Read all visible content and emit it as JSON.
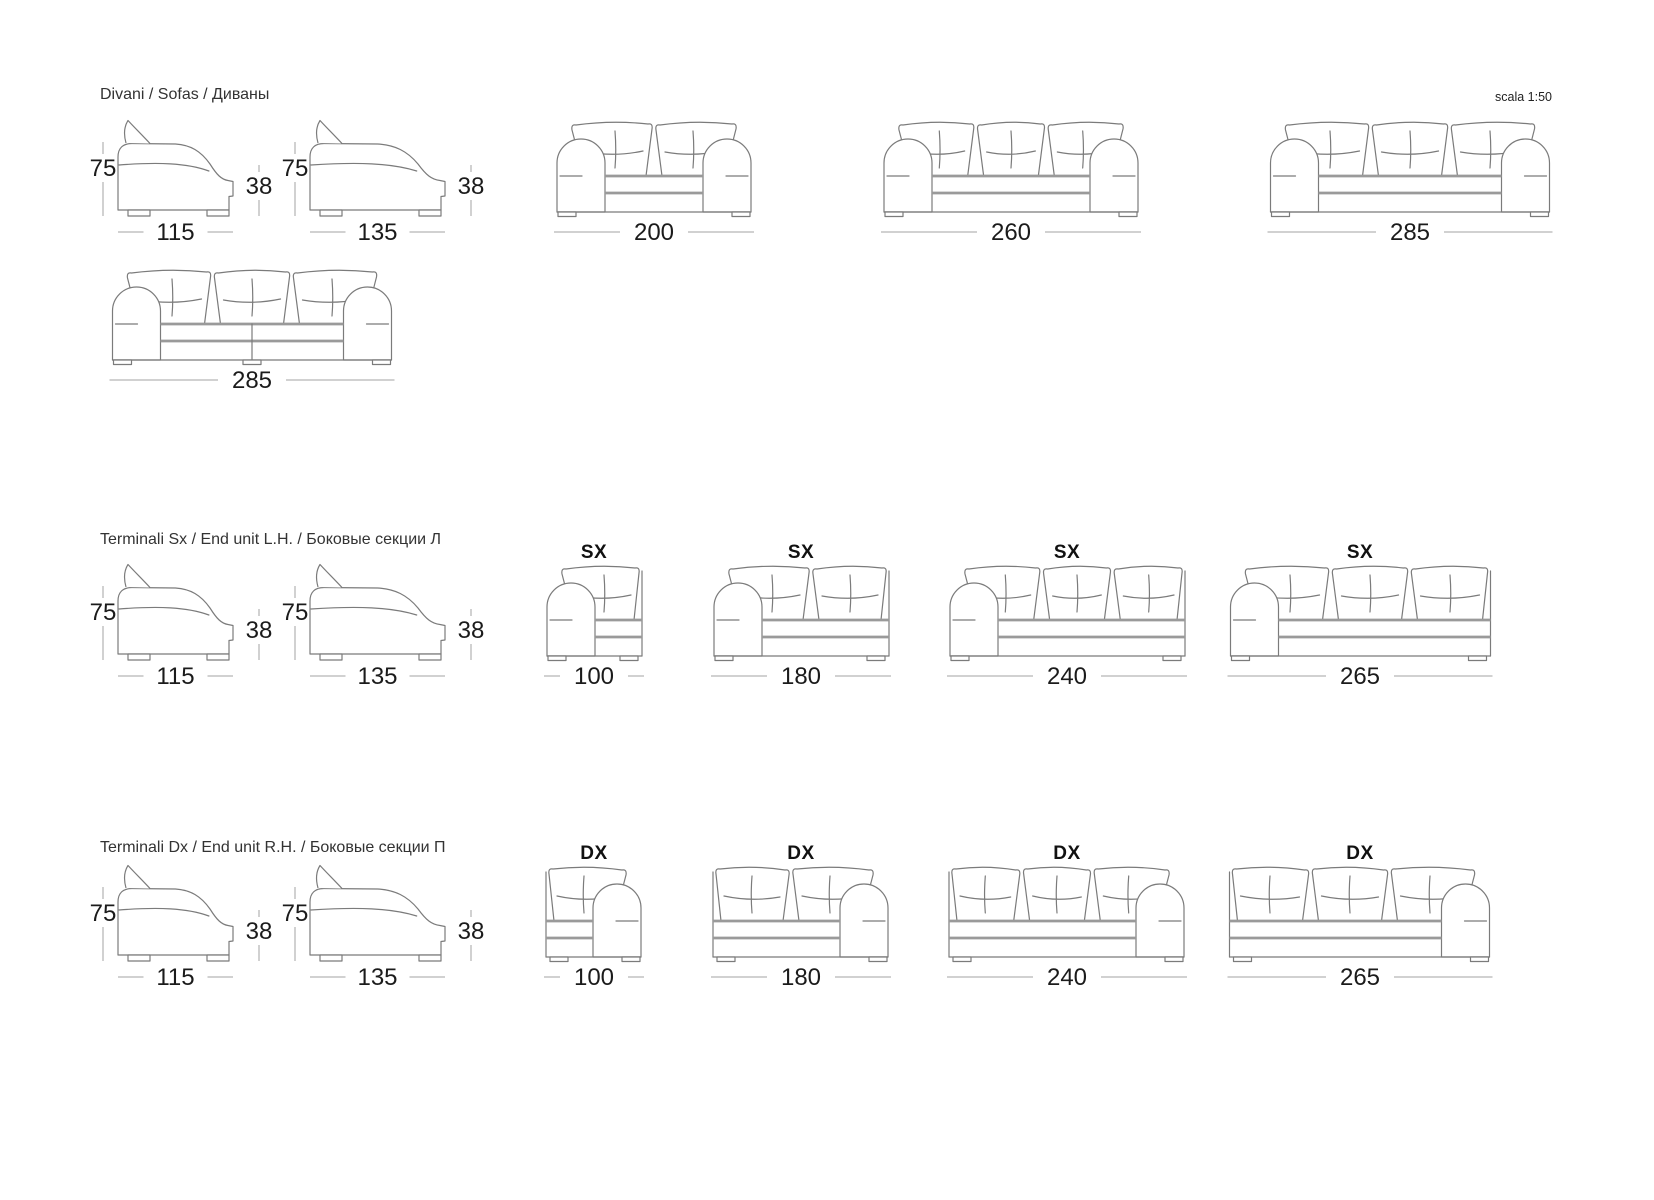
{
  "page": {
    "scale_label": "scala 1:50"
  },
  "colors": {
    "line": "#7b7b7b",
    "heavy_line": "#9a9a9a",
    "dimension_line": "#a3a3a3",
    "text": "#1b1b1b"
  },
  "sections": [
    {
      "title": "Divani / Sofas / Диваны"
    },
    {
      "title": "Terminali Sx / End unit L.H. / Боковые секции Л"
    },
    {
      "title": "Terminali Dx / End unit R.H. / Боковые секции П"
    }
  ],
  "figures": [
    {
      "id": "sofa-side-115",
      "type": "side-view",
      "section": 0,
      "dims": {
        "height": "75",
        "seat_height": "38",
        "width": "115"
      }
    },
    {
      "id": "sofa-side-135",
      "type": "side-view",
      "section": 0,
      "dims": {
        "height": "75",
        "seat_height": "38",
        "width": "135"
      }
    },
    {
      "id": "sofa-200",
      "type": "front-view",
      "section": 0,
      "arms": "both",
      "cushions": 2,
      "unit_label": "",
      "dims": {
        "width": "200"
      }
    },
    {
      "id": "sofa-260",
      "type": "front-view",
      "section": 0,
      "arms": "both",
      "cushions": 3,
      "unit_label": "",
      "dims": {
        "width": "260"
      }
    },
    {
      "id": "sofa-285",
      "type": "front-view",
      "section": 0,
      "arms": "both",
      "cushions": 3,
      "unit_label": "",
      "dims": {
        "width": "285"
      }
    },
    {
      "id": "sofa-285-long",
      "type": "front-view",
      "section": 0,
      "arms": "both",
      "cushions": 3,
      "center_seam": true,
      "unit_label": "",
      "dims": {
        "width": "285"
      }
    },
    {
      "id": "end-sx-side-115",
      "type": "side-view",
      "section": 1,
      "dims": {
        "height": "75",
        "seat_height": "38",
        "width": "115"
      }
    },
    {
      "id": "end-sx-side-135",
      "type": "side-view",
      "section": 1,
      "dims": {
        "height": "75",
        "seat_height": "38",
        "width": "135"
      }
    },
    {
      "id": "end-unit-sx-100",
      "type": "front-view",
      "section": 1,
      "arms": "left",
      "cushions": 1,
      "unit_label": "SX",
      "dims": {
        "width": "100"
      }
    },
    {
      "id": "end-unit-sx-180",
      "type": "front-view",
      "section": 1,
      "arms": "left",
      "cushions": 2,
      "unit_label": "SX",
      "dims": {
        "width": "180"
      }
    },
    {
      "id": "end-unit-sx-240",
      "type": "front-view",
      "section": 1,
      "arms": "left",
      "cushions": 3,
      "unit_label": "SX",
      "dims": {
        "width": "240"
      }
    },
    {
      "id": "end-unit-sx-265",
      "type": "front-view",
      "section": 1,
      "arms": "left",
      "cushions": 3,
      "unit_label": "SX",
      "dims": {
        "width": "265"
      }
    },
    {
      "id": "end-dx-side-115",
      "type": "side-view",
      "section": 2,
      "dims": {
        "height": "75",
        "seat_height": "38",
        "width": "115"
      }
    },
    {
      "id": "end-dx-side-135",
      "type": "side-view",
      "section": 2,
      "dims": {
        "height": "75",
        "seat_height": "38",
        "width": "135"
      }
    },
    {
      "id": "end-unit-dx-100",
      "type": "front-view",
      "section": 2,
      "arms": "right",
      "cushions": 1,
      "unit_label": "DX",
      "dims": {
        "width": "100"
      }
    },
    {
      "id": "end-unit-dx-180",
      "type": "front-view",
      "section": 2,
      "arms": "right",
      "cushions": 2,
      "unit_label": "DX",
      "dims": {
        "width": "180"
      }
    },
    {
      "id": "end-unit-dx-240",
      "type": "front-view",
      "section": 2,
      "arms": "right",
      "cushions": 3,
      "unit_label": "DX",
      "dims": {
        "width": "240"
      }
    },
    {
      "id": "end-unit-dx-265",
      "type": "front-view",
      "section": 2,
      "arms": "right",
      "cushions": 3,
      "unit_label": "DX",
      "dims": {
        "width": "265"
      }
    }
  ]
}
